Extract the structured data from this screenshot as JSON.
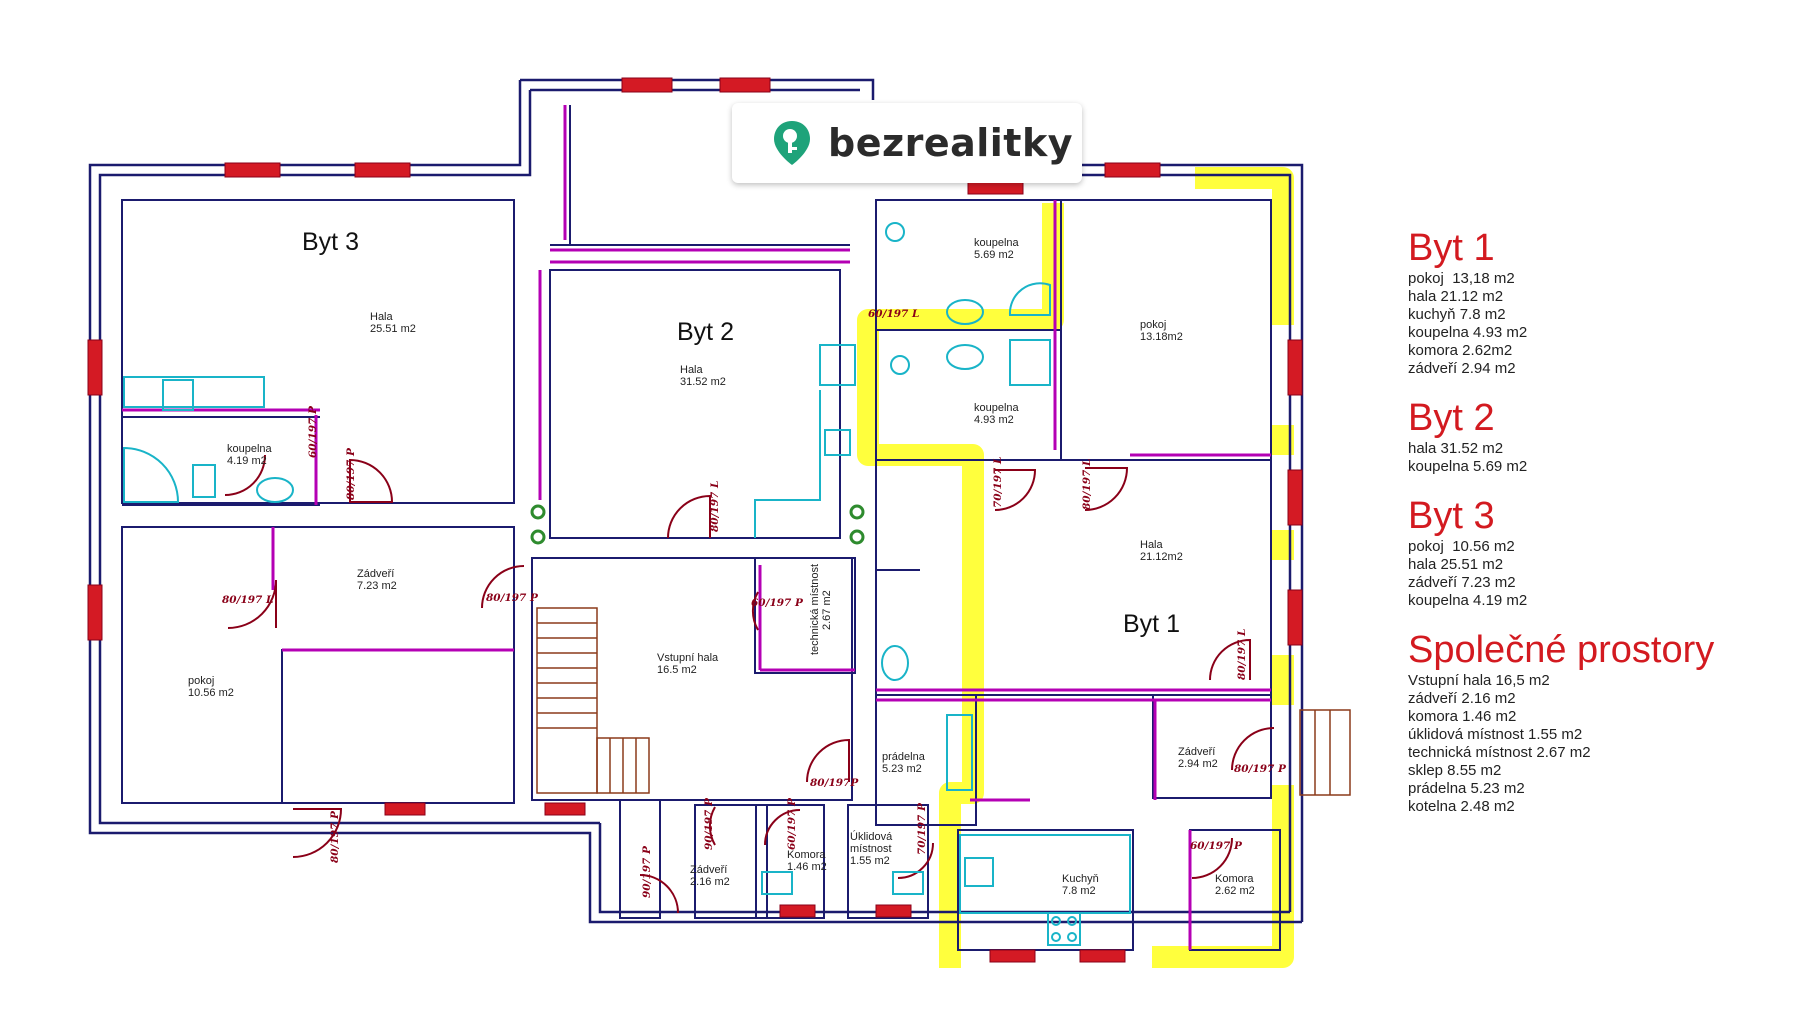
{
  "logo": {
    "text": "bezrealitky",
    "icon": "map-pin-key-icon",
    "color": "#1ea37a"
  },
  "colors": {
    "wall": "#1b1b6e",
    "window": "#d41a24",
    "door": "#8a0018",
    "partition": "#b400b4",
    "fixture": "#19b4c8",
    "highlight": "#ffff33",
    "stairs": "#8b3a1a",
    "legend_title": "#d31a20"
  },
  "big_labels": {
    "byt3": "Byt 3",
    "byt2": "Byt 2",
    "byt1": "Byt 1"
  },
  "rooms": {
    "byt3_hala": {
      "name": "Hala",
      "area": "25.51 m2"
    },
    "byt3_koupelna": {
      "name": "koupelna",
      "area": "4.19 m2"
    },
    "byt3_zadveri": {
      "name": "Zádveří",
      "area": "7.23 m2"
    },
    "byt3_pokoj": {
      "name": "pokoj",
      "area": "10.56 m2"
    },
    "byt2_hala": {
      "name": "Hala",
      "area": "31.52 m2"
    },
    "koupelna_top": {
      "name": "koupelna",
      "area": "5.69 m2"
    },
    "koupelna_mid": {
      "name": "koupelna",
      "area": "4.93 m2"
    },
    "byt1_pokoj": {
      "name": "pokoj",
      "area": "13.18m2"
    },
    "byt1_hala": {
      "name": "Hala",
      "area": "21.12m2"
    },
    "vstupni_hala": {
      "name": "Vstupní hala",
      "area": "16.5 m2"
    },
    "technicka": {
      "name": "technická místnost",
      "area": "2.67 m2"
    },
    "pradelna": {
      "name": "prádelna",
      "area": "5.23 m2"
    },
    "byt1_zadveri": {
      "name": "Zádveří",
      "area": "2.94 m2"
    },
    "kuchyn": {
      "name": "Kuchyň",
      "area": "7.8 m2"
    },
    "komora_byt1": {
      "name": "Komora",
      "area": "2.62 m2"
    },
    "zadveri_bottom": {
      "name": "Zádveří",
      "area": "2.16 m2"
    },
    "komora_bottom": {
      "name": "Komora",
      "area": "1.46 m2"
    },
    "uklidova": {
      "name1": "Úklidová",
      "name2": "místnost",
      "area": "1.55 m2"
    }
  },
  "door_labels": {
    "d1": "60/197 P",
    "d2": "80/197 P",
    "d3": "80/197 L",
    "d4": "80/197 P",
    "d5": "80/197 L",
    "d6": "60/197 P",
    "d7": "60/197 L",
    "d8": "70/197 L",
    "d9": "80/197 L",
    "d10": "80/197 L",
    "d11": "80/197 P",
    "d12": "80/197P",
    "d13": "80/197 P",
    "d14": "90/197 P",
    "d15": "90/197 P",
    "d16": "60/197 P",
    "d17": "70/197 P",
    "d18": "60/197 P"
  },
  "legend": [
    {
      "title": "Byt 1",
      "items": [
        "pokoj  13,18 m2",
        "hala 21.12 m2",
        "kuchyň 7.8 m2",
        "koupelna 4.93 m2",
        "komora 2.62m2",
        "zádveří 2.94 m2"
      ]
    },
    {
      "title": "Byt 2",
      "items": [
        "hala 31.52 m2",
        "koupelna 5.69 m2"
      ]
    },
    {
      "title": "Byt 3",
      "items": [
        "pokoj  10.56 m2",
        "hala 25.51 m2",
        "zádveří 7.23 m2",
        "koupelna 4.19 m2"
      ]
    },
    {
      "title": "Společné prostory",
      "items": [
        "Vstupní hala 16,5 m2",
        "zádveří 2.16 m2",
        "komora 1.46 m2",
        "úklidová místnost 1.55 m2",
        "technická místnost 2.67 m2",
        "sklep 8.55 m2",
        "prádelna 5.23 m2",
        "kotelna 2.48 m2"
      ]
    }
  ]
}
